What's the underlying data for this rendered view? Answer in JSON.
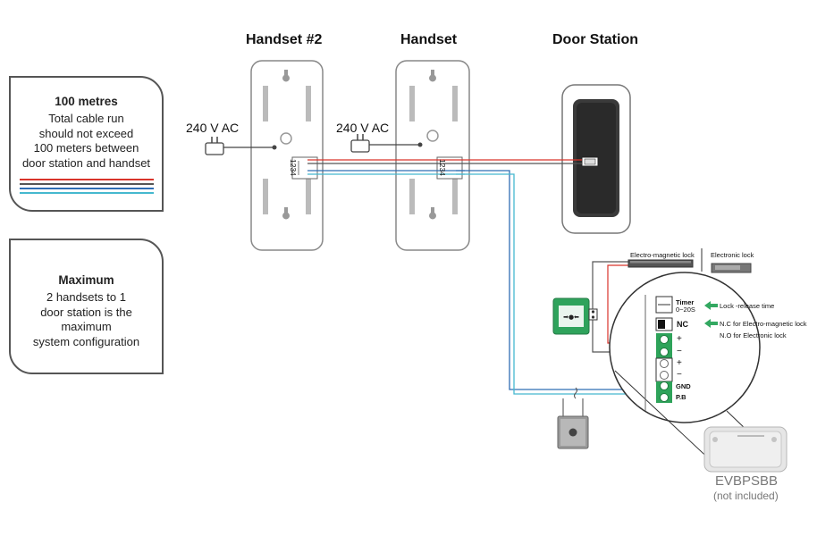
{
  "info_cable": {
    "title": "100 metres",
    "lines": [
      "Total cable run",
      "should not exceed",
      "100 meters between",
      "door station and handset"
    ]
  },
  "info_max": {
    "title": "Maximum",
    "lines": [
      "2 handsets to 1",
      "door station is the",
      "maximum",
      "system configuration"
    ]
  },
  "headings": {
    "handset2": "Handset #2",
    "handset": "Handset",
    "door_station": "Door Station"
  },
  "power_label_1": "240 V AC",
  "power_label_2": "240 V AC",
  "terminal_numbers": "1234",
  "locks": {
    "em_lock": "Electro-magnetic lock",
    "electronic_lock": "Electronic lock"
  },
  "psu_terminals": {
    "timer": "Timer",
    "timer_range": "0~20S",
    "nc": "NC",
    "plus1": "+",
    "minus1": "−",
    "plus2": "+",
    "minus2": "−",
    "gnd": "GND",
    "pb": "P.B"
  },
  "annotations": {
    "lock_release": "Lock -release time",
    "nc_em": "N.C for Electro-magnetic lock",
    "no_el": "N.O for Electronic lock"
  },
  "psu": {
    "model": "EVBPSBB",
    "note": "(not included)"
  },
  "colors": {
    "red": "#d9342b",
    "blue": "#2f6db3",
    "cyan": "#45b8cf",
    "green": "#33a861",
    "outline": "#555555"
  }
}
